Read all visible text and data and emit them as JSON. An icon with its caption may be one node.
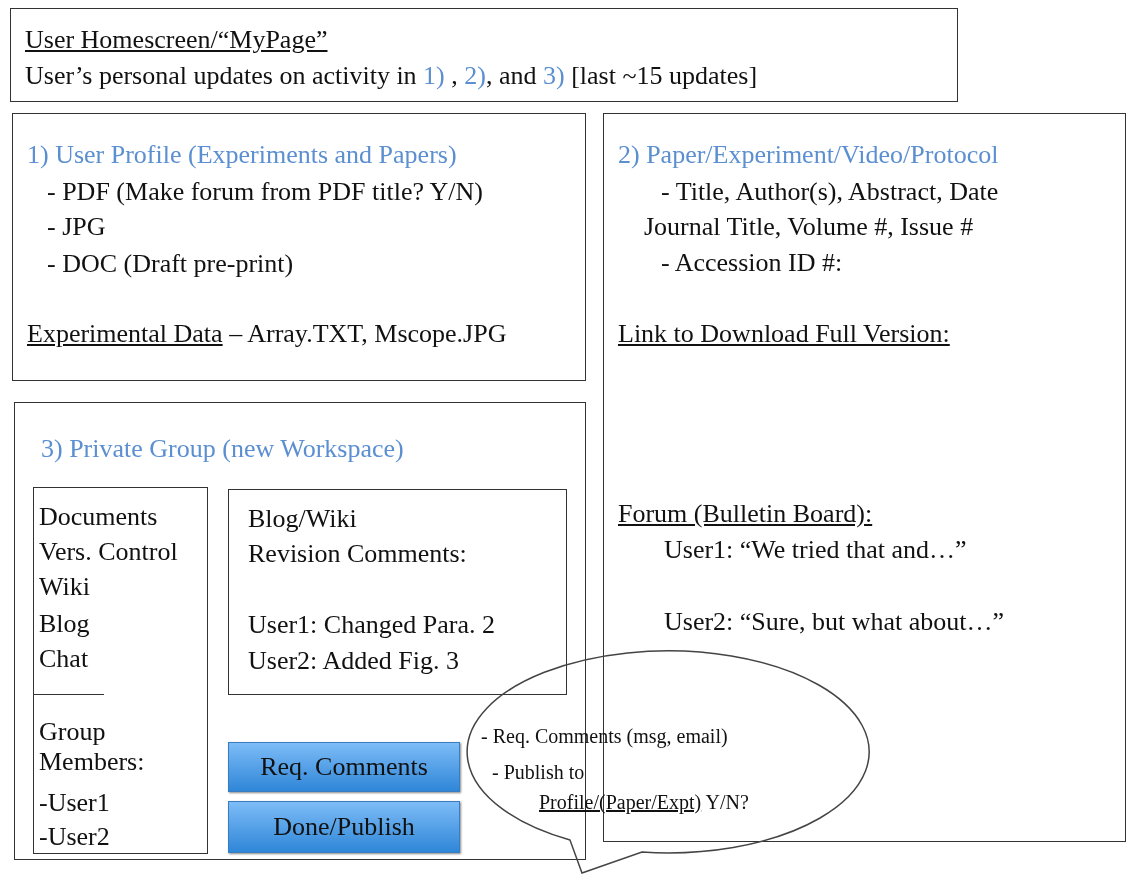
{
  "diagram": {
    "nodes": [
      {
        "text": [
          "User Homescreen/“MyPage”",
          "User’s personal updates on activity in 1) , 2), and 3) [last ~15 updates]"
        ]
      },
      {
        "text": [
          "1)  User Profile (Experiments and Papers)",
          "- PDF (Make forum from PDF title? Y/N)",
          "- JPG",
          "- DOC (Draft pre-print)",
          "Experimental Data",
          "– Array.TXT, Mscope.JPG"
        ]
      },
      {
        "text": [
          "2)  Paper/Experiment/Video/Protocol",
          "- Title, Author(s), Abstract, Date",
          "Journal Title, Volume #, Issue #",
          "- Accession ID #:",
          "Link to Download Full Version:",
          "Forum (Bulletin Board):",
          "User1: “We tried that and…”",
          "User2: “Sure, but what about…”"
        ]
      },
      {
        "text": [
          "3)  Private Group (new Workspace)"
        ]
      },
      {
        "text": [
          "Documents",
          "Vers. Control",
          "Wiki",
          "Blog",
          "Chat",
          "Group Members:",
          "-User1",
          "-User2"
        ],
        "in": 3
      },
      {
        "text": [
          "Blog/Wiki",
          "Revision Comments:",
          "User1: Changed Para. 2",
          "User2: Added Fig. 3"
        ],
        "in": 3
      },
      {
        "text": [
          "Req. Comments"
        ],
        "in": 3
      },
      {
        "text": [
          "Done/Publish"
        ],
        "in": 3
      },
      {
        "text": [
          "- Req. Comments (msg, email)",
          "- Publish to",
          "Profile/(Paper/Expt)",
          "Y/N?"
        ]
      }
    ]
  }
}
